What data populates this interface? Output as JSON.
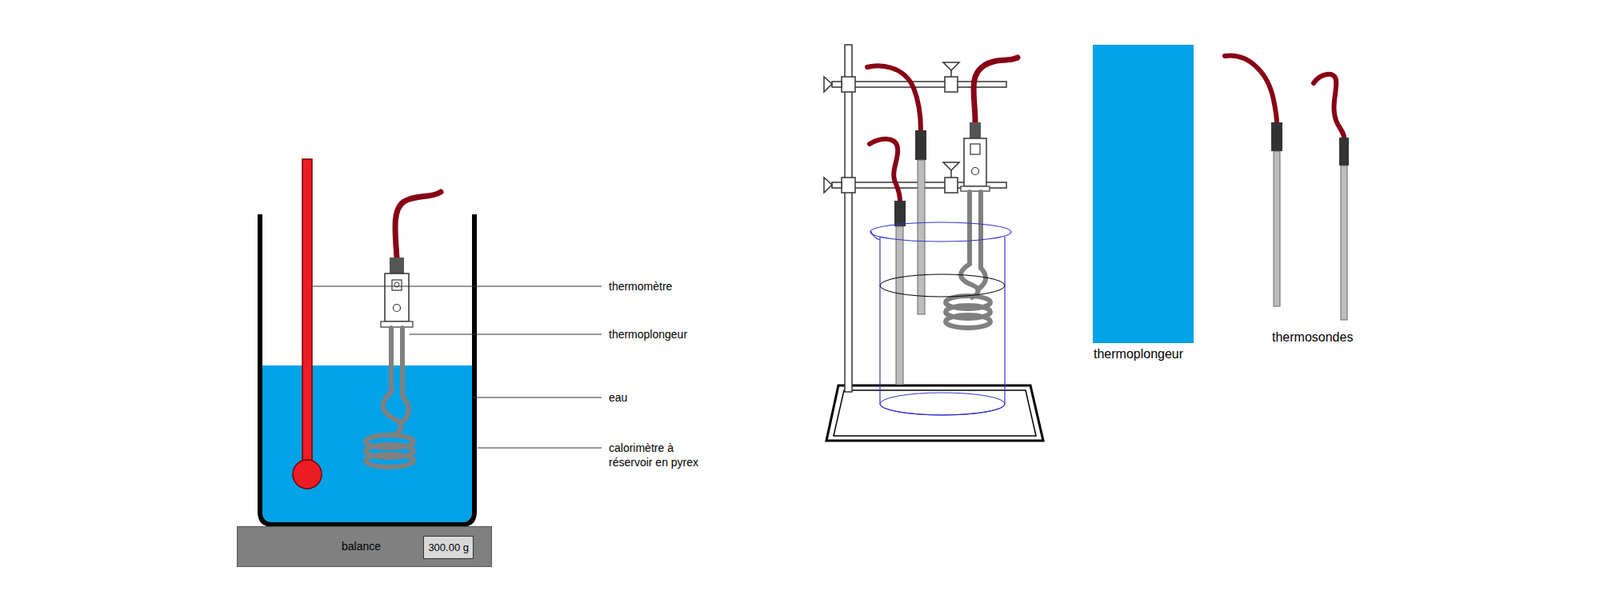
{
  "diagram": {
    "nodes": [
      {
        "text": [
          "balance"
        ]
      },
      {
        "text": [
          "300.00 g"
        ],
        "in": 0
      },
      {
        "text": [
          "thermoplongeur"
        ]
      }
    ],
    "labels": [
      "thermomètre",
      "thermoplongeur",
      "eau",
      "calorimètre à réservoir en pyrex",
      "thermosondes"
    ]
  }
}
